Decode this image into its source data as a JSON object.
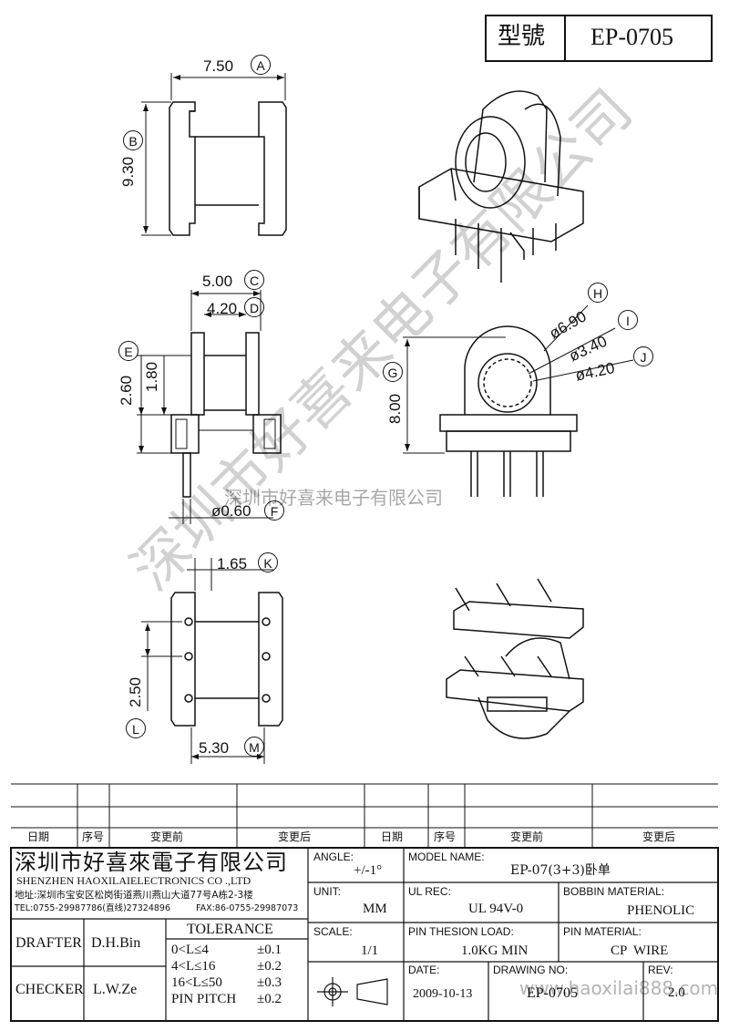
{
  "title_block": {
    "model_label": "型號",
    "model_value": "EP-0705"
  },
  "dimensions": {
    "A": {
      "letter": "A",
      "value": "7.50"
    },
    "B": {
      "letter": "B",
      "value": "9.30"
    },
    "C": {
      "letter": "C",
      "value": "5.00"
    },
    "D": {
      "letter": "D",
      "value": "4.20"
    },
    "E": {
      "letter": "E",
      "value": "2.60"
    },
    "E2": {
      "value": "1.80"
    },
    "F": {
      "letter": "F",
      "value": "ø0.60"
    },
    "G": {
      "letter": "G",
      "value": "8.00"
    },
    "H": {
      "letter": "H",
      "value": "ø6.90"
    },
    "I": {
      "letter": "I",
      "value": "ø3.40"
    },
    "J": {
      "letter": "J",
      "value": "ø4.20"
    },
    "K": {
      "letter": "K",
      "value": "1.65"
    },
    "L": {
      "letter": "L",
      "value": "2.50"
    },
    "M": {
      "letter": "M",
      "value": "5.30"
    }
  },
  "watermark": {
    "big": "深圳市好喜来电子有限公司",
    "small": "深圳市好喜来电子有限公司",
    "web": "www.haoxilai888.com"
  },
  "revision_header": {
    "date": "日期",
    "seq": "序号",
    "before": "变更前",
    "after": "变更后"
  },
  "company": {
    "name_cn": "深圳市好喜來電子有限公司",
    "name_en": "SHENZHEN HAOXILAIELECTRONICS CO .,LTD",
    "address": "地址:深圳市宝安区松岗街道燕川燕山大道77号A栋2-3楼",
    "tel": "TEL:0755-29987786(直线)27324896",
    "fax": "FAX:86-0755-29987073"
  },
  "fields": {
    "angle_label": "ANGLE:",
    "angle_value": "+/-1°",
    "model_name_label": "MODEL NAME:",
    "model_name_value": "EP-07(3+3)卧单",
    "unit_label": "UNIT:",
    "unit_value": "MM",
    "ul_label": "UL REC:",
    "ul_value": "UL 94V-0",
    "bobbin_label": "BOBBIN MATERIAL:",
    "bobbin_value": "PHENOLIC",
    "scale_label": "SCALE:",
    "scale_value": "1/1",
    "pin_load_label": "PIN THESION LOAD:",
    "pin_load_value": "1.0KG MIN",
    "pin_mat_label": "PIN MATERIAL:",
    "pin_mat_value": "CP  WIRE",
    "date_label": "DATE:",
    "date_value": "2009-10-13",
    "drawing_label": "DRAWING NO:",
    "drawing_value": "EP-0705",
    "rev_label": "REV:",
    "rev_value": "2.0",
    "drafter_label": "DRAFTER",
    "drafter_value": "D.H.Bin",
    "checker_label": "CHECKER",
    "checker_value": "L.W.Ze"
  },
  "tolerance": {
    "title": "TOLERANCE",
    "rows": [
      {
        "range": "0<L≤4",
        "tol": "±0.1"
      },
      {
        "range": "4<L≤16",
        "tol": "±0.2"
      },
      {
        "range": "16<L≤50",
        "tol": "±0.3"
      },
      {
        "range": "PIN PITCH",
        "tol": "±0.2"
      }
    ]
  }
}
